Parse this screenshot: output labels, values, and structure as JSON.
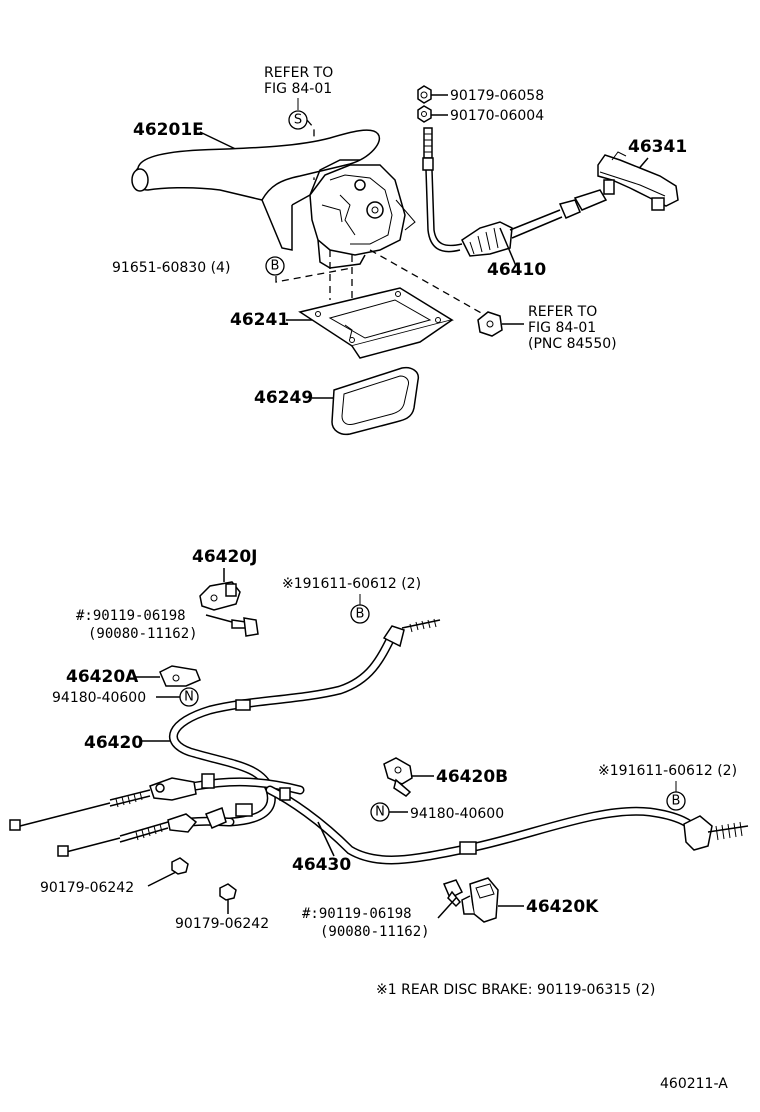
{
  "labels": {
    "refer_to_top": "REFER TO",
    "fig_top": "FIG 84-01",
    "part_46201e": "46201E",
    "part_90179_06058": "90179-06058",
    "part_90170_06004": "90170-06004",
    "part_46341": "46341",
    "part_91651": "91651-60830 (4)",
    "part_46410": "46410",
    "part_46241": "46241",
    "refer_to_right": "REFER TO",
    "fig_right": "FIG 84-01",
    "pnc_right": "(PNC 84550)",
    "part_46249": "46249",
    "part_46420j": "46420J",
    "part_191611_a": "※191611-60612 (2)",
    "part_90119_a": "#:90119-06198",
    "part_90080_a": "(90080-11162)",
    "part_46420a": "46420A",
    "part_94180_a": "94180-40600",
    "part_46420": "46420",
    "part_46420b": "46420B",
    "part_191611_b": "※191611-60612 (2)",
    "part_94180_b": "94180-40600",
    "part_46430": "46430",
    "part_90179_06242_a": "90179-06242",
    "part_90179_06242_b": "90179-06242",
    "part_90119_b": "#:90119-06198",
    "part_90080_b": "(90080-11162)",
    "part_46420k": "46420K",
    "note_rear_disc": "※1 REAR DISC BRAKE: 90119-06315 (2)",
    "figure_id": "460211-A"
  },
  "markers": {
    "s": "S",
    "b": "B",
    "n": "N"
  }
}
